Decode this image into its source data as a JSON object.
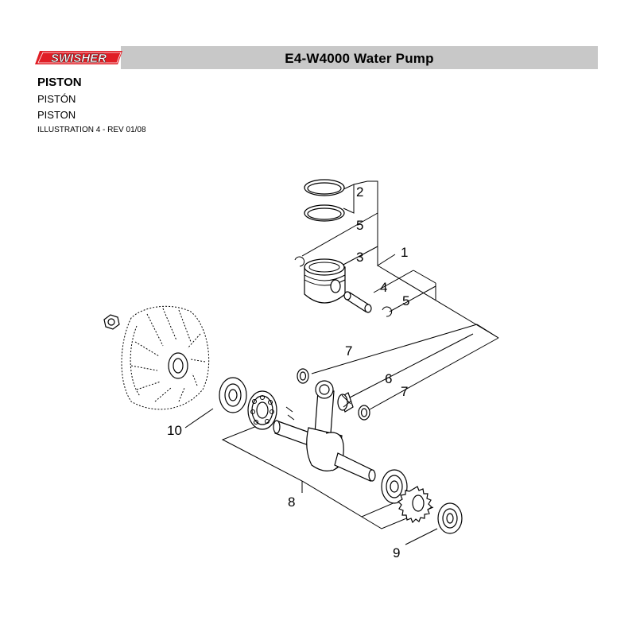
{
  "header": {
    "brand": "SWISHER",
    "title": "E4-W4000 Water Pump",
    "accent_color": "#e01e25",
    "bar_color": "#c8c8c8"
  },
  "section": {
    "title": "PISTON",
    "subtitle_es": "PISTÓN",
    "subtitle_fr": "PISTON",
    "illustration": "ILLUSTRATION 4 - REV 01/08"
  },
  "callouts": {
    "c1": "1",
    "c2": "2",
    "c3": "3",
    "c4": "4",
    "c5a": "5",
    "c5b": "5",
    "c6": "6",
    "c7a": "7",
    "c7b": "7",
    "c8": "8",
    "c9": "9",
    "c10": "10"
  },
  "parts": [
    "piston-ring",
    "piston",
    "piston-pin",
    "circlip",
    "needle-bearing",
    "thrust-washer",
    "crankshaft",
    "bearing",
    "flywheel",
    "nut",
    "gear"
  ]
}
